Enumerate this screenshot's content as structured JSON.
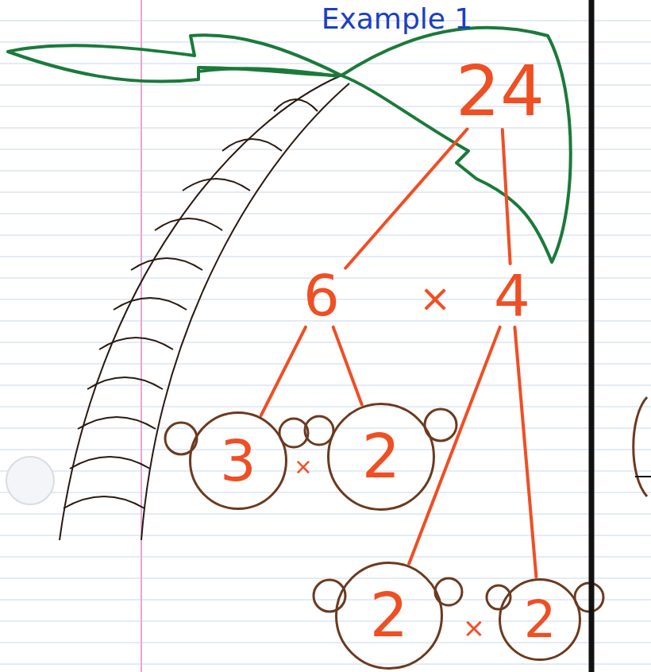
{
  "diagram": {
    "title": "Example 1",
    "nodes": [
      {
        "text": [
          "24"
        ]
      },
      {
        "text": [
          "6"
        ]
      },
      {
        "text": [
          "4"
        ]
      },
      {
        "text": [
          "3"
        ]
      },
      {
        "text": [
          "2"
        ]
      },
      {
        "text": [
          "2"
        ]
      },
      {
        "text": [
          "2"
        ]
      }
    ],
    "edges": [
      {
        "from": 0,
        "to": 1,
        "arrow": "none"
      },
      {
        "from": 0,
        "to": 2,
        "arrow": "none"
      },
      {
        "from": 1,
        "to": 3,
        "arrow": "none"
      },
      {
        "from": 1,
        "to": 4,
        "arrow": "none"
      },
      {
        "from": 2,
        "to": 5,
        "arrow": "none"
      },
      {
        "from": 2,
        "to": 6,
        "arrow": "none"
      }
    ],
    "labels": [
      "×",
      "×",
      "×"
    ]
  }
}
